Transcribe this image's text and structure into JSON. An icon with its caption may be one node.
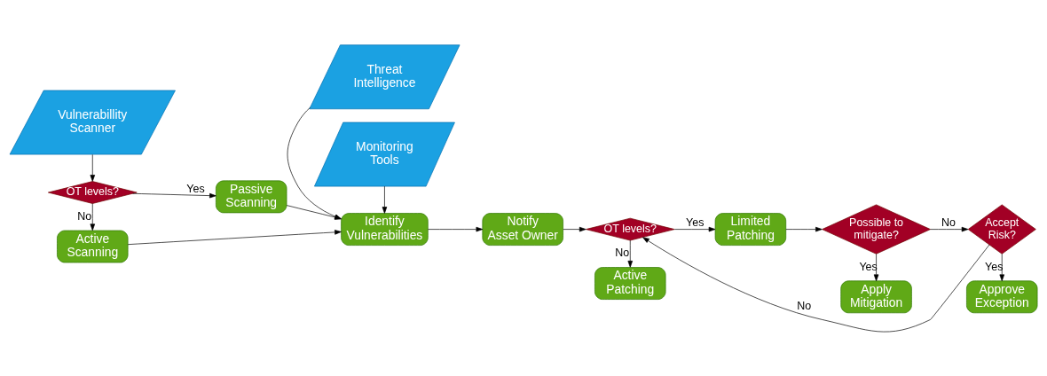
{
  "diagram": {
    "nodes": [
      {
        "text": [
          "Active Scanning"
        ]
      },
      {
        "text": [
          "Identify Vulnerabilities"
        ]
      },
      {
        "text": [
          "Notify Asset Owner"
        ]
      },
      {
        "text": [
          "OT levels?"
        ]
      },
      {
        "text": [
          "Limited Patching"
        ]
      },
      {
        "text": [
          "Possible to mitigate?"
        ]
      },
      {
        "text": [
          "Accept Risk?"
        ]
      },
      {
        "text": [
          "Passive Scanning"
        ]
      },
      {
        "text": [
          "OT levels?"
        ]
      },
      {
        "text": [
          "Active Patching"
        ]
      },
      {
        "text": [
          "Apply Mitigation"
        ]
      },
      {
        "text": [
          "Approve Exception"
        ]
      },
      {
        "text": [
          "Vulnerabillity Scanner"
        ]
      },
      {
        "text": [
          "Monitoring Tools"
        ]
      },
      {
        "text": [
          "Threat Intelligence"
        ]
      }
    ],
    "edges": [
      {
        "from": 12,
        "to": 8,
        "arrow": "to"
      },
      {
        "from": 8,
        "to": 0,
        "arrow": "to",
        "label": "No"
      },
      {
        "from": 8,
        "to": 7,
        "arrow": "to",
        "label": "Yes"
      },
      {
        "from": 0,
        "to": 1,
        "arrow": "to"
      },
      {
        "from": 7,
        "to": 1,
        "arrow": "to"
      },
      {
        "from": 13,
        "to": 1,
        "arrow": "to"
      },
      {
        "from": 14,
        "to": 1,
        "arrow": "to"
      },
      {
        "from": 1,
        "to": 2,
        "arrow": "to"
      },
      {
        "from": 2,
        "to": 3,
        "arrow": "to"
      },
      {
        "from": 3,
        "to": 4,
        "arrow": "to",
        "label": "Yes"
      },
      {
        "from": 3,
        "to": 9,
        "arrow": "to",
        "label": "No"
      },
      {
        "from": 4,
        "to": 5,
        "arrow": "to"
      },
      {
        "from": 5,
        "to": 6,
        "arrow": "to",
        "label": "No"
      },
      {
        "from": 5,
        "to": 10,
        "arrow": "to",
        "label": "Yes"
      },
      {
        "from": 6,
        "to": 11,
        "arrow": "to",
        "label": "Yes"
      },
      {
        "from": 6,
        "to": 3,
        "arrow": "to",
        "label": "No"
      }
    ]
  }
}
